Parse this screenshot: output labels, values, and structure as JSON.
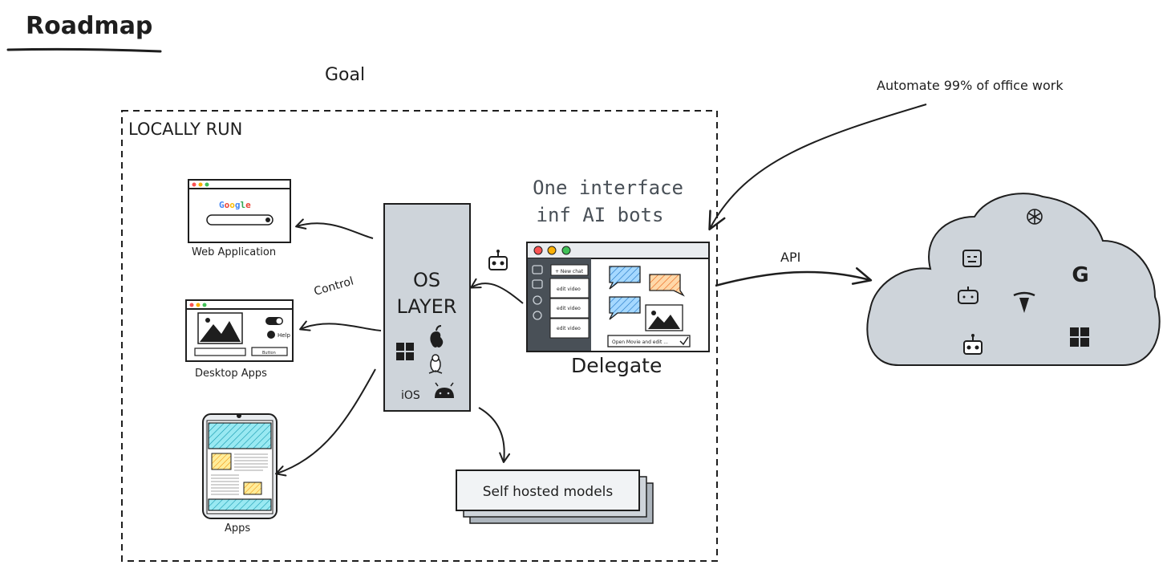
{
  "title": "Roadmap",
  "goal_label": "Goal",
  "region_label": "LOCALLY RUN",
  "annotation": "Automate 99% of office work",
  "interface_caption": [
    "One interface",
    "inf AI bots"
  ],
  "delegate_label": "Delegate",
  "api_label": "API",
  "control_label": "Control",
  "os_layer": {
    "line1": "OS",
    "line2": "LAYER",
    "ios_label": "iOS"
  },
  "web_app": {
    "label": "Web Application",
    "logo_text": "Google"
  },
  "desktop_app": {
    "label": "Desktop Apps",
    "help_text": "Help",
    "button_text": "Button"
  },
  "mobile_app": {
    "label": "Apps"
  },
  "self_hosted": {
    "label": "Self hosted models"
  },
  "delegate_ui": {
    "new_chat": "+ New chat",
    "chat_items": [
      "edit video",
      "edit video",
      "edit video"
    ],
    "input_text": "Open Movie and edit ..."
  },
  "cloud_icons": [
    "openai-icon",
    "robot-face-icon",
    "google-g-icon",
    "bot-icon",
    "tesla-icon",
    "windows-icon",
    "robot-head-icon"
  ],
  "colors": {
    "stroke": "#1e1e1e",
    "os_fill": "#ced4da",
    "cloud_fill": "#ced4da",
    "blue_hatch": "#1971c2",
    "orange_hatch": "#e8590c",
    "yellow_hatch": "#f08c00",
    "teal_hatch": "#1098ad"
  }
}
